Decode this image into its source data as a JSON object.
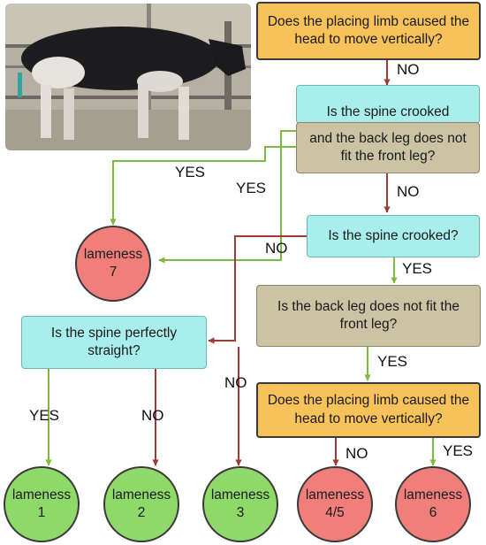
{
  "colors": {
    "question_orange": "#f7c25a",
    "question_cyan": "#a8eeec",
    "question_tan": "#cbc3a4",
    "outcome_red": "#f07f7b",
    "outcome_green": "#8fd96a",
    "arrow_red": "#9e3b36",
    "arrow_green": "#7cbb3e"
  },
  "photo": {
    "subject": "cow-photo"
  },
  "questions": {
    "q1": "Does the placing limb caused the head to move vertically?",
    "q2a": "Is the spine crooked",
    "q2b": "and the back leg does not fit the front leg?",
    "q3": "Is the spine crooked?",
    "q4": "Is the back leg does not fit the front leg?",
    "q5": "Is the spine perfectly straight?",
    "q6": "Does the placing limb caused the head to move vertically?"
  },
  "outcomes": {
    "o7": {
      "title": "lameness",
      "value": "7"
    },
    "o1": {
      "title": "lameness",
      "value": "1"
    },
    "o2": {
      "title": "lameness",
      "value": "2"
    },
    "o3": {
      "title": "lameness",
      "value": "3"
    },
    "o45": {
      "title": "lameness",
      "value": "4/5"
    },
    "o6": {
      "title": "lameness",
      "value": "6"
    }
  },
  "edges": {
    "yes": "YES",
    "no": "NO"
  }
}
